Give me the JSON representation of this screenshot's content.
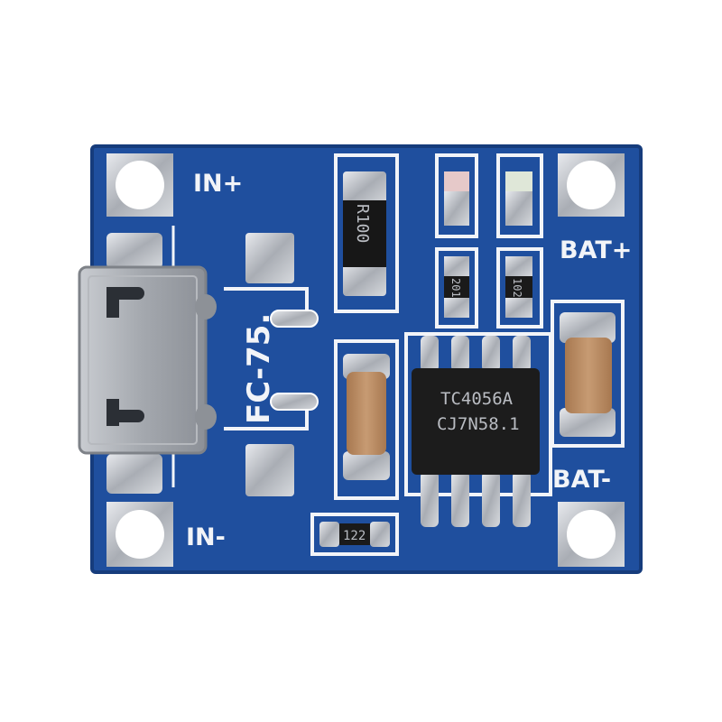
{
  "board": {
    "labels": {
      "in_plus": "IN+",
      "in_minus": "IN-",
      "bat_plus": "BAT+",
      "bat_minus": "BAT-",
      "fc75": "FC-75."
    },
    "chip": {
      "line1": "TC4056A",
      "line2": "CJ7N58.1"
    },
    "resistors": {
      "r100": "R100",
      "r201": "201",
      "r102": "102",
      "r122": "122"
    }
  },
  "colors": {
    "pcb": "#1f4f9e",
    "pcb_dark": "#163c7c",
    "silkscreen": "#f2f4f8",
    "solder": "#c8ccd2",
    "capacitor": "#b88a62",
    "chip": "#1c1c1c"
  }
}
